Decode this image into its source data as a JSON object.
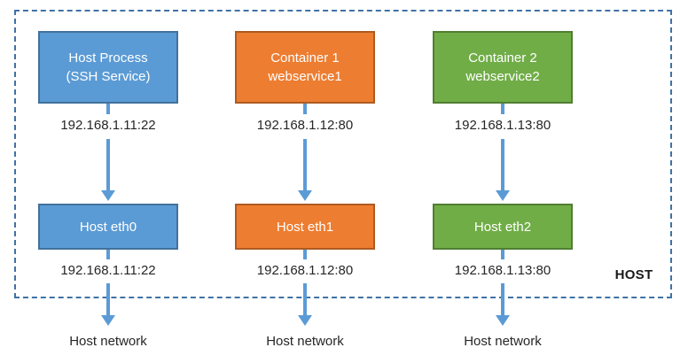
{
  "diagram": {
    "title_implicit": "Host network mapping diagram",
    "host_label": "HOST",
    "colors": {
      "blue_fill": "#5B9BD5",
      "blue_border": "#41719C",
      "orange_fill": "#ED7D31",
      "orange_border": "#AE5A21",
      "green_fill": "#70AD47",
      "green_border": "#507E32",
      "arrow": "#5B9BD5",
      "frame_dashed": "#3f72a6",
      "text": "#262626"
    },
    "columns": [
      {
        "color": "blue",
        "top_line1": "Host Process",
        "top_line2": "(SSH Service)",
        "ip_top": "192.168.1.11:22",
        "eth_label": "Host eth0",
        "ip_bottom": "192.168.1.11:22",
        "network_label": "Host network"
      },
      {
        "color": "orange",
        "top_line1": "Container 1",
        "top_line2": "webservice1",
        "ip_top": "192.168.1.12:80",
        "eth_label": "Host eth1",
        "ip_bottom": "192.168.1.12:80",
        "network_label": "Host network"
      },
      {
        "color": "green",
        "top_line1": "Container 2",
        "top_line2": "webservice2",
        "ip_top": "192.168.1.13:80",
        "eth_label": "Host eth2",
        "ip_bottom": "192.168.1.13:80",
        "network_label": "Host network"
      }
    ]
  }
}
